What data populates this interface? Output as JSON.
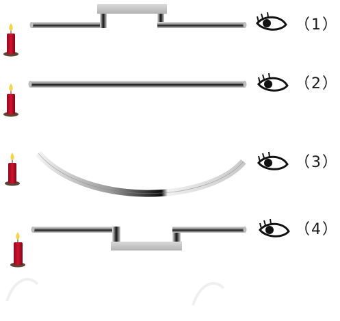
{
  "rows": [
    {
      "label": "（1）"
    },
    {
      "label": "（2）"
    },
    {
      "label": "（3）"
    },
    {
      "label": "（4）"
    }
  ],
  "colors": {
    "tube_dark": "#111111",
    "tube_light": "#cfcfcf",
    "candle_red": "#c8102e",
    "flame": "#f5d547",
    "eye_stroke": "#111111"
  }
}
